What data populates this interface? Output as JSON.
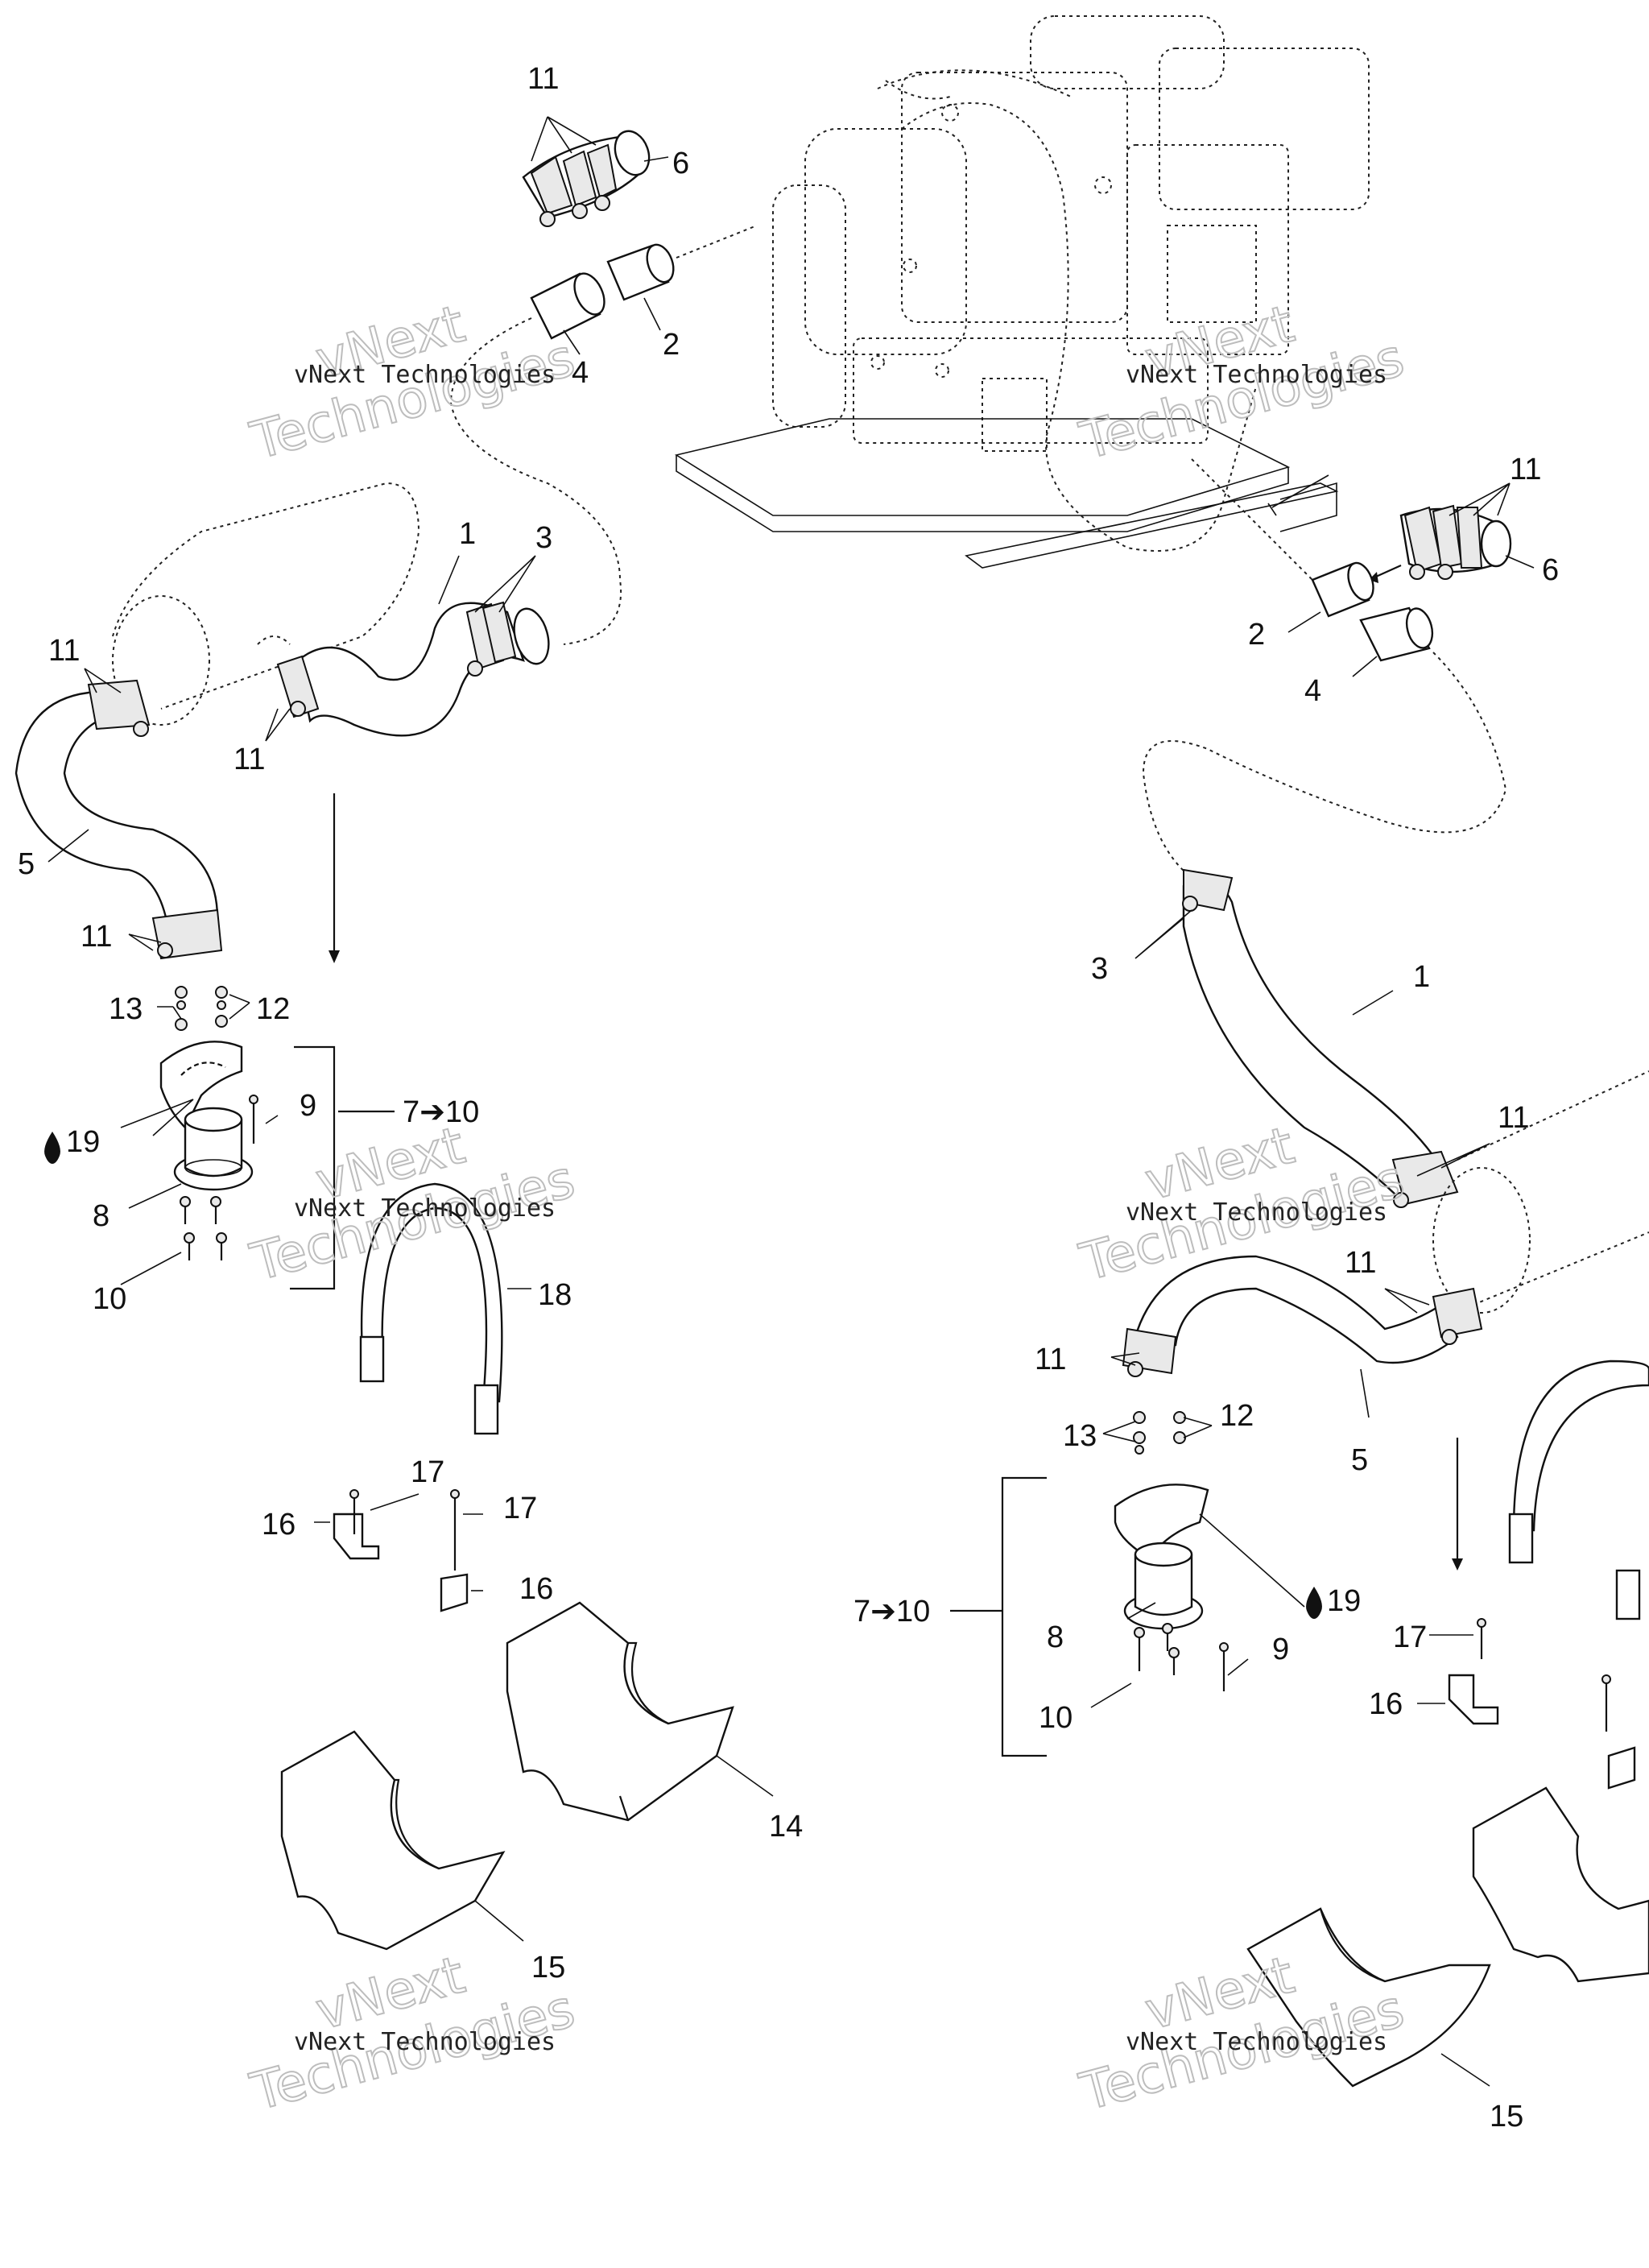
{
  "watermark": {
    "small": "vNext Technologies",
    "big_line1": "vNext",
    "big_line2": "Technologies"
  },
  "callouts_left": {
    "c11_top": "11",
    "c6_top": "6",
    "c4_top": "4",
    "c2_top": "2",
    "c1": "1",
    "c3": "3",
    "c11_a": "11",
    "c11_b": "11",
    "c5": "5",
    "c11_c": "11",
    "c13": "13",
    "c12": "12",
    "c19": "19",
    "c9": "9",
    "c7_10": "7➔10",
    "c8": "8",
    "c10": "10",
    "c18": "18",
    "c17_a": "17",
    "c16_a": "16",
    "c17_b": "17",
    "c16_b": "16",
    "c14": "14",
    "c15": "15"
  },
  "callouts_right": {
    "c11_top": "11",
    "c6": "6",
    "c2": "2",
    "c4": "4",
    "c3": "3",
    "c1": "1",
    "c11_a": "11",
    "c11_b": "11",
    "c11_c": "11",
    "c5": "5",
    "c13": "13",
    "c12": "12",
    "c7_10": "7➔10",
    "c8": "8",
    "c19": "19",
    "c9": "9",
    "c10": "10",
    "c17": "17",
    "c16": "16",
    "c15": "15"
  }
}
